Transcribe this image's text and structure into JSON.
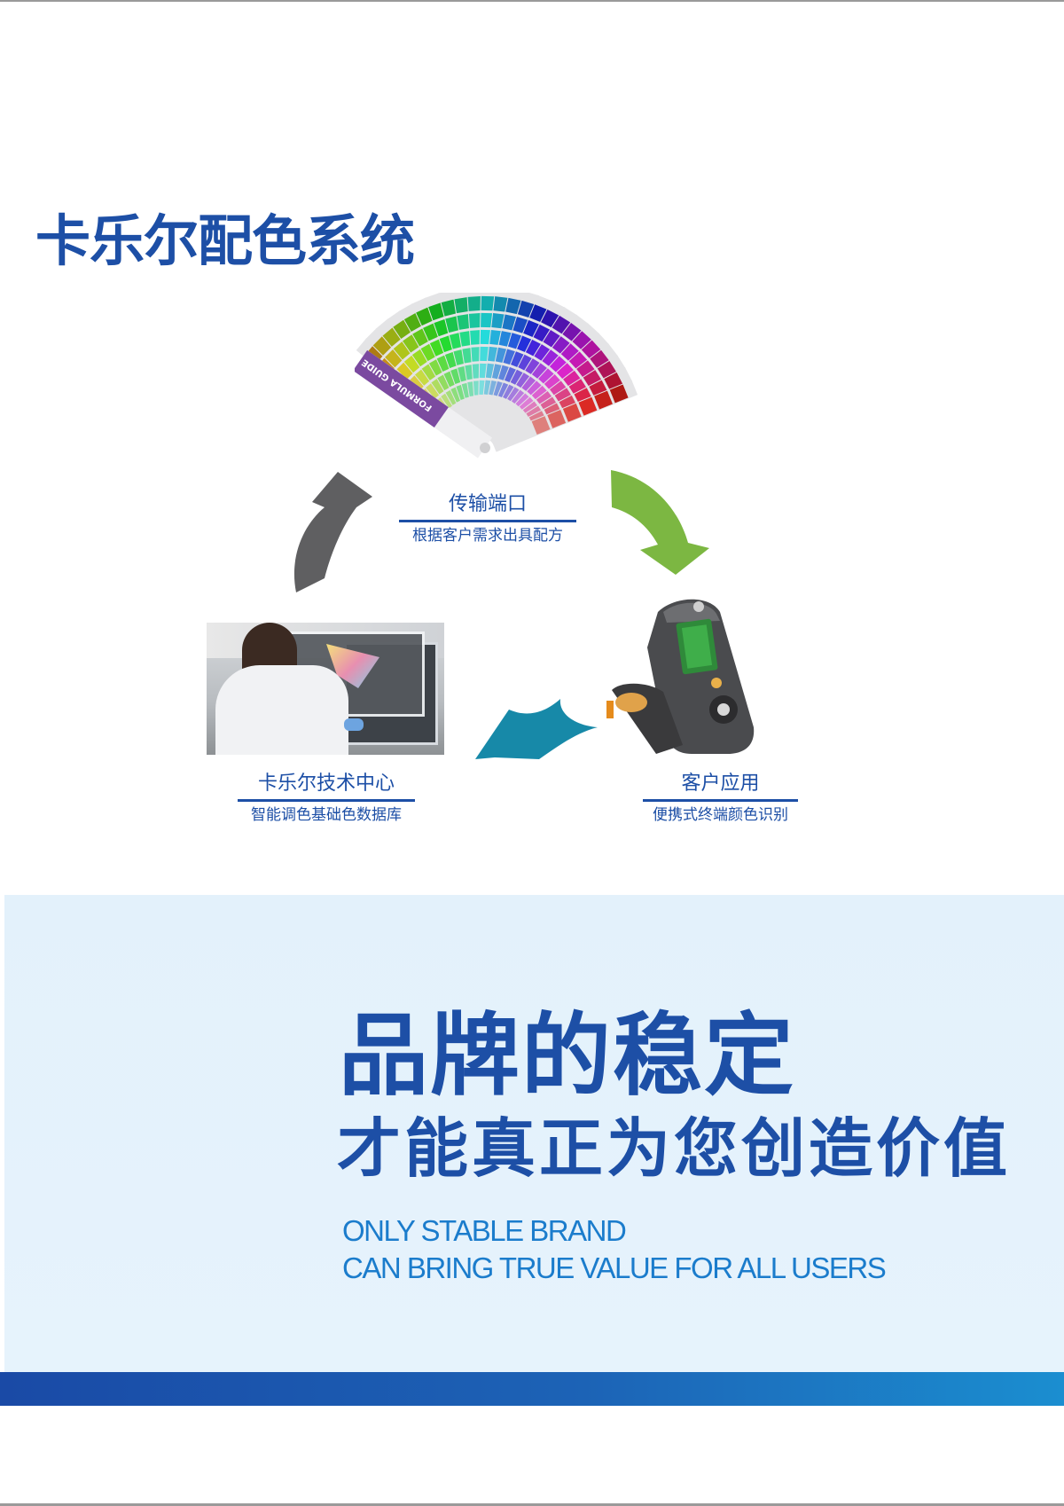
{
  "header": {
    "title": "卡乐尔配色系统"
  },
  "cycle": {
    "top": {
      "title": "传输端口",
      "subtitle": "根据客户需求出具配方"
    },
    "left": {
      "title": "卡乐尔技术中心",
      "subtitle": "智能调色基础色数据库"
    },
    "right": {
      "title": "客户应用",
      "subtitle": "便携式终端颜色识别"
    },
    "swatch_guide_label": "FORMULA GUIDE",
    "arrow_colors": {
      "gray": "#5f5f61",
      "green": "#7cb742",
      "blue": "#1789a8"
    }
  },
  "slogan": {
    "line1": "品牌的稳定",
    "line2": "才能真正为您创造价值",
    "en_line1": "ONLY STABLE BRAND",
    "en_line2": "CAN BRING TRUE VALUE FOR ALL USERS"
  },
  "colors": {
    "brand_blue": "#1d4fa6",
    "panel": "#e3f1fb",
    "english_text": "#1b7ccc"
  }
}
